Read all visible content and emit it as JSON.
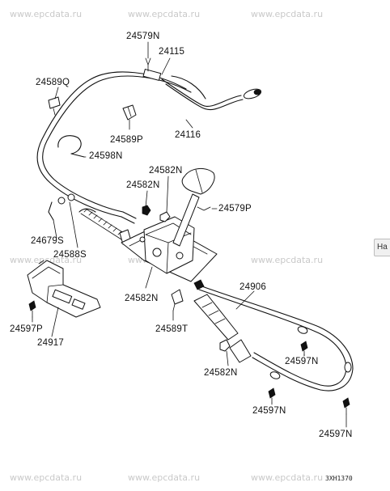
{
  "watermarks": [
    "www.epcdata.ru",
    "www.epcdata.ru",
    "www.epcdata.ru",
    "www.epcdata.ru",
    "www.epcdata.ru",
    "www.epcdata.ru",
    "www.epcdata.ru",
    "www.epcdata.ru",
    "www.epcdata.ru"
  ],
  "side_tab": "Ha",
  "diagram_code": "3XH1370",
  "part_labels": [
    "24579N",
    "24115",
    "24589Q",
    "24116",
    "24589P",
    "24598N",
    "24582N",
    "24582N",
    "24579P",
    "24679S",
    "24588S",
    "24906",
    "24582N",
    "24589T",
    "24597P",
    "24917",
    "24582N",
    "24597N",
    "24597N",
    "24597N"
  ]
}
